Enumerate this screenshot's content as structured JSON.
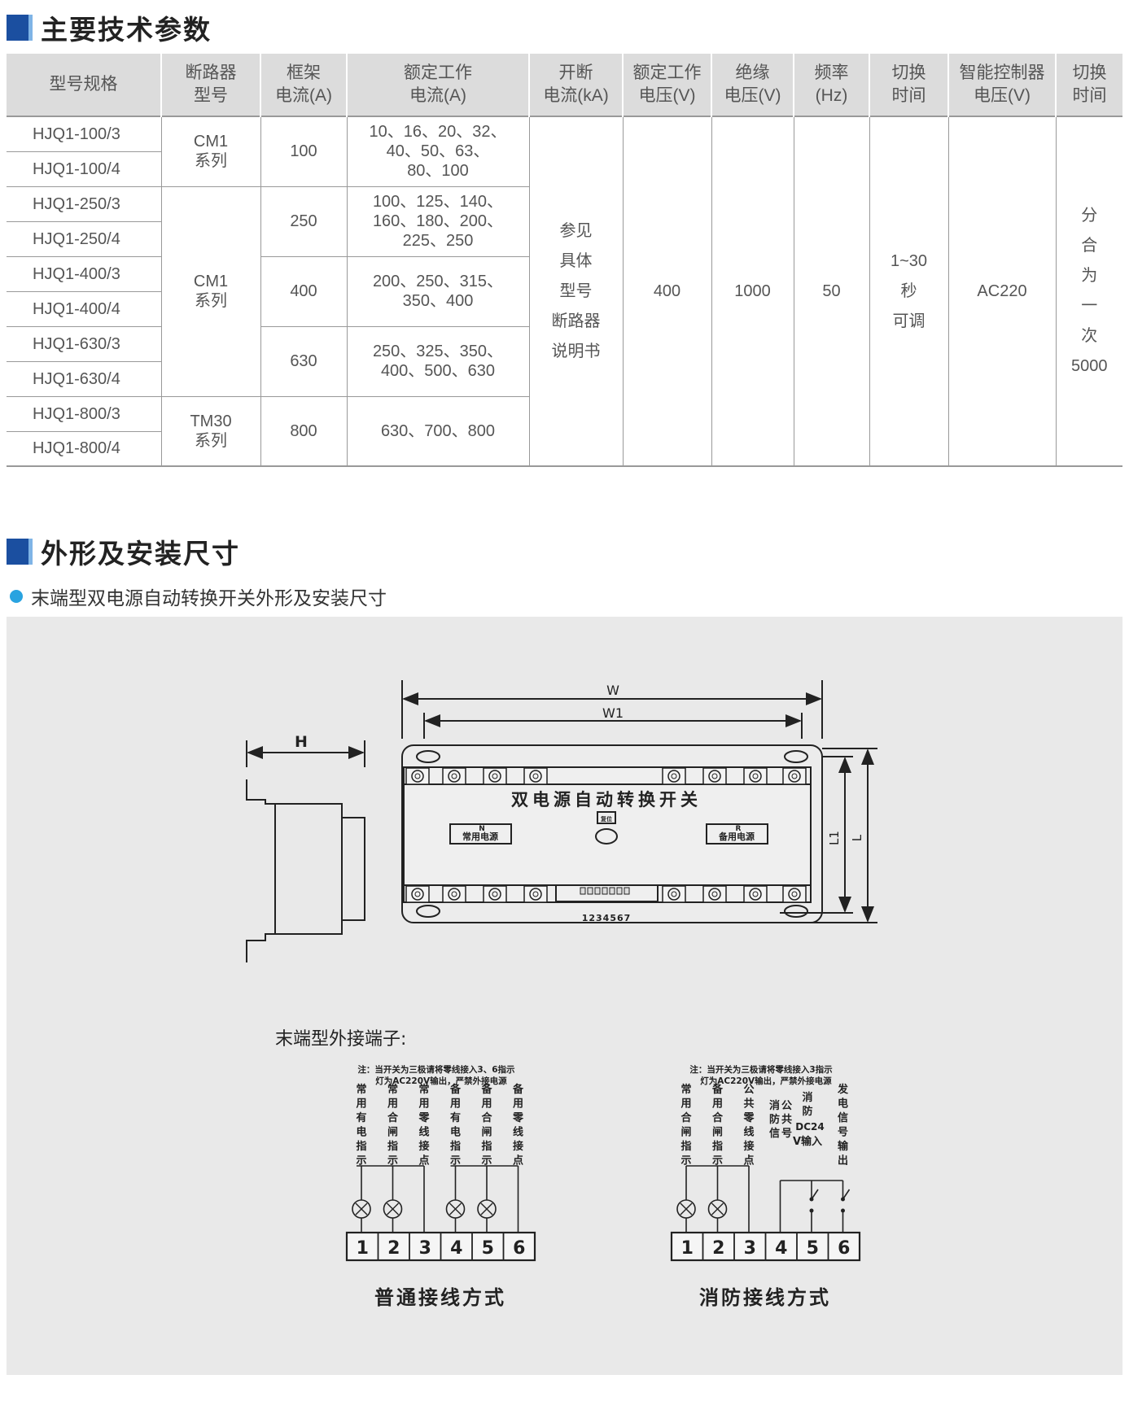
{
  "section1": {
    "title": "主要技术参数"
  },
  "spec_table": {
    "headers": [
      [
        "型号规格"
      ],
      [
        "断路器",
        "型号"
      ],
      [
        "框架",
        "电流(A)"
      ],
      [
        "额定工作",
        "电流(A)"
      ],
      [
        "开断",
        "电流(kA)"
      ],
      [
        "额定工作",
        "电压(V)"
      ],
      [
        "绝缘",
        "电压(V)"
      ],
      [
        "频率",
        "(Hz)"
      ],
      [
        "切换",
        "时间"
      ],
      [
        "智能控制器",
        "电压(V)"
      ],
      [
        "切换",
        "时间"
      ]
    ],
    "models": [
      "HJQ1-100/3",
      "HJQ1-100/4",
      "HJQ1-250/3",
      "HJQ1-250/4",
      "HJQ1-400/3",
      "HJQ1-400/4",
      "HJQ1-630/3",
      "HJQ1-630/4",
      "HJQ1-800/3",
      "HJQ1-800/4"
    ],
    "breaker_types": [
      [
        "CM1",
        "系列"
      ],
      [
        "CM1",
        "系列"
      ],
      [
        "TM30",
        "系列"
      ]
    ],
    "frame_currents": [
      "100",
      "250",
      "400",
      "630",
      "800"
    ],
    "rated_currents": [
      [
        "10、16、20、32、",
        "40、50、63、",
        "80、100"
      ],
      [
        "100、125、140、",
        "160、180、200、",
        "225、250"
      ],
      [
        "200、250、315、",
        "350、400"
      ],
      [
        "250、325、350、",
        "400、500、630"
      ],
      [
        "630、700、800"
      ]
    ],
    "breaking_current": [
      "参见",
      "具体",
      "型号",
      "断路器",
      "说明书"
    ],
    "rated_voltage": "400",
    "insulation_voltage": "1000",
    "frequency": "50",
    "switch_time": [
      "1~30",
      "秒",
      "可调"
    ],
    "controller_voltage": "AC220",
    "switch_count": [
      "分",
      "合",
      "为",
      "一",
      "次",
      "5000"
    ]
  },
  "section2": {
    "title": "外形及安装尺寸"
  },
  "subtitle": "末端型双电源自动转换开关外形及安装尺寸",
  "drawing": {
    "dim_w": "W",
    "dim_w1": "W1",
    "dim_h": "H",
    "dim_l": "L",
    "dim_l1": "L1",
    "device_title": "双电源自动转换开关",
    "normal_label": "常用电源",
    "normal_mark": "N",
    "backup_label": "备用电源",
    "backup_mark": "R",
    "center_label": "复位",
    "terminal_numbers": "1234567"
  },
  "terminals": {
    "heading": "末端型外接端子:",
    "left": {
      "note": [
        "注：当开关为三极请将零线接入3、6指示",
        "灯为AC220V输出，严禁外接电源"
      ],
      "labels": [
        "常用有电指示",
        "常用合闸指示",
        "常用零线接点",
        "备用有电指示",
        "备用合闸指示",
        "备用零线接点"
      ],
      "numbers": [
        "1",
        "2",
        "3",
        "4",
        "5",
        "6"
      ],
      "caption": "普通接线方式"
    },
    "right": {
      "note": [
        "注：当开关为三极请将零线接入3指示",
        "灯为AC220V输出，严禁外接电源"
      ],
      "labels": [
        "常用合闸指示",
        "备用合闸指示",
        "公共零线接点",
        "消防公共信号",
        "消防DC24V输入",
        "发电信号输出"
      ],
      "numbers": [
        "1",
        "2",
        "3",
        "4",
        "5",
        "6"
      ],
      "caption": "消防接线方式"
    }
  },
  "colors": {
    "accent": "#1b4fa0",
    "accent_light": "#7fb4e6",
    "bullet": "#29a3e0",
    "panel_bg": "#e9e9e9",
    "header_bg": "#dcdcdc"
  }
}
